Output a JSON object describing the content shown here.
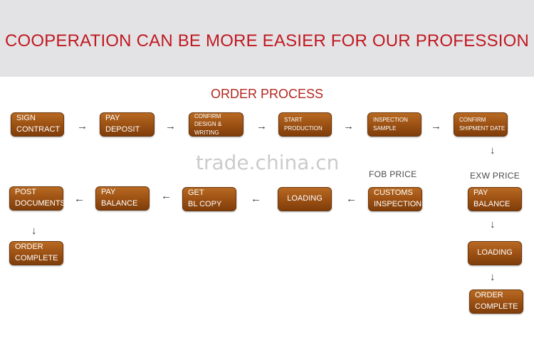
{
  "banner": {
    "text": "COOPERATION CAN BE MORE EASIER FOR OUR PROFESSION"
  },
  "title": "ORDER PROCESS",
  "watermark": "trade.china.cn",
  "labels": {
    "fob_price": "FOB PRICE",
    "exw_price": "EXW PRICE"
  },
  "arrow_right": "→",
  "arrow_left": "←",
  "arrow_down": "↓",
  "steps": {
    "sign_contract": "SIGN\nCONTRACT",
    "pay_deposit": "PAY DEPOSIT",
    "confirm_design": "CONFIRM\nDESIGN & WRITING",
    "start_production": "START\nPRODUCTION",
    "inspection_sample": "INSPECTION\nSAMPLE",
    "confirm_shipment": "CONFIRM\nSHIPMENT DATE",
    "customs_inspection": "CUSTOMS\nINSPECTION",
    "loading_fob": "LOADING",
    "get_bl_copy": "GET\nBL COPY",
    "pay_balance_fob": "PAY\nBALANCE",
    "post_documents": "POST\nDOCUMENTS",
    "order_complete_fob": "ORDER\nCOMPLETE",
    "pay_balance_exw": "PAY\nBALANCE",
    "loading_exw": "LOADING",
    "order_complete_exw": "ORDER\nCOMPLETE"
  },
  "colors": {
    "banner_bg": "#e3e3e6",
    "banner_text": "#c01920",
    "title": "#b3261e",
    "step_fill": "#9a4f12"
  }
}
